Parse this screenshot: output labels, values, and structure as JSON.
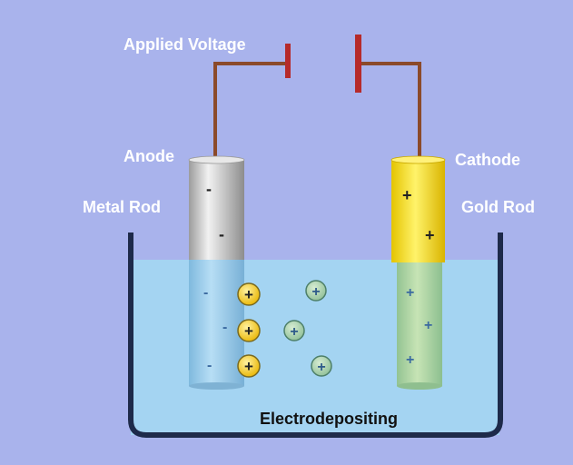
{
  "labels": {
    "applied_voltage": "Applied Voltage",
    "anode": "Anode",
    "metal_rod": "Metal Rod",
    "cathode": "Cathode",
    "gold_rod": "Gold Rod",
    "caption": "Electrodepositing"
  },
  "signs": {
    "negative": "-",
    "positive": "+"
  },
  "colors": {
    "background": "#a9b3ec",
    "solution": "#a4d4f2",
    "wire": "#8b4a2a",
    "battery_plate": "#b62a2a",
    "metal_rod": "#c9c9c9",
    "gold_rod": "#f6e21a",
    "ion_gold": "#f4c61f",
    "ion_green": "#9cc8a6"
  },
  "diagram_elements": [
    "beaker",
    "solution",
    "anode-rod",
    "cathode-rod",
    "wires",
    "battery-plates",
    "metal-ions",
    "gold-ions"
  ]
}
